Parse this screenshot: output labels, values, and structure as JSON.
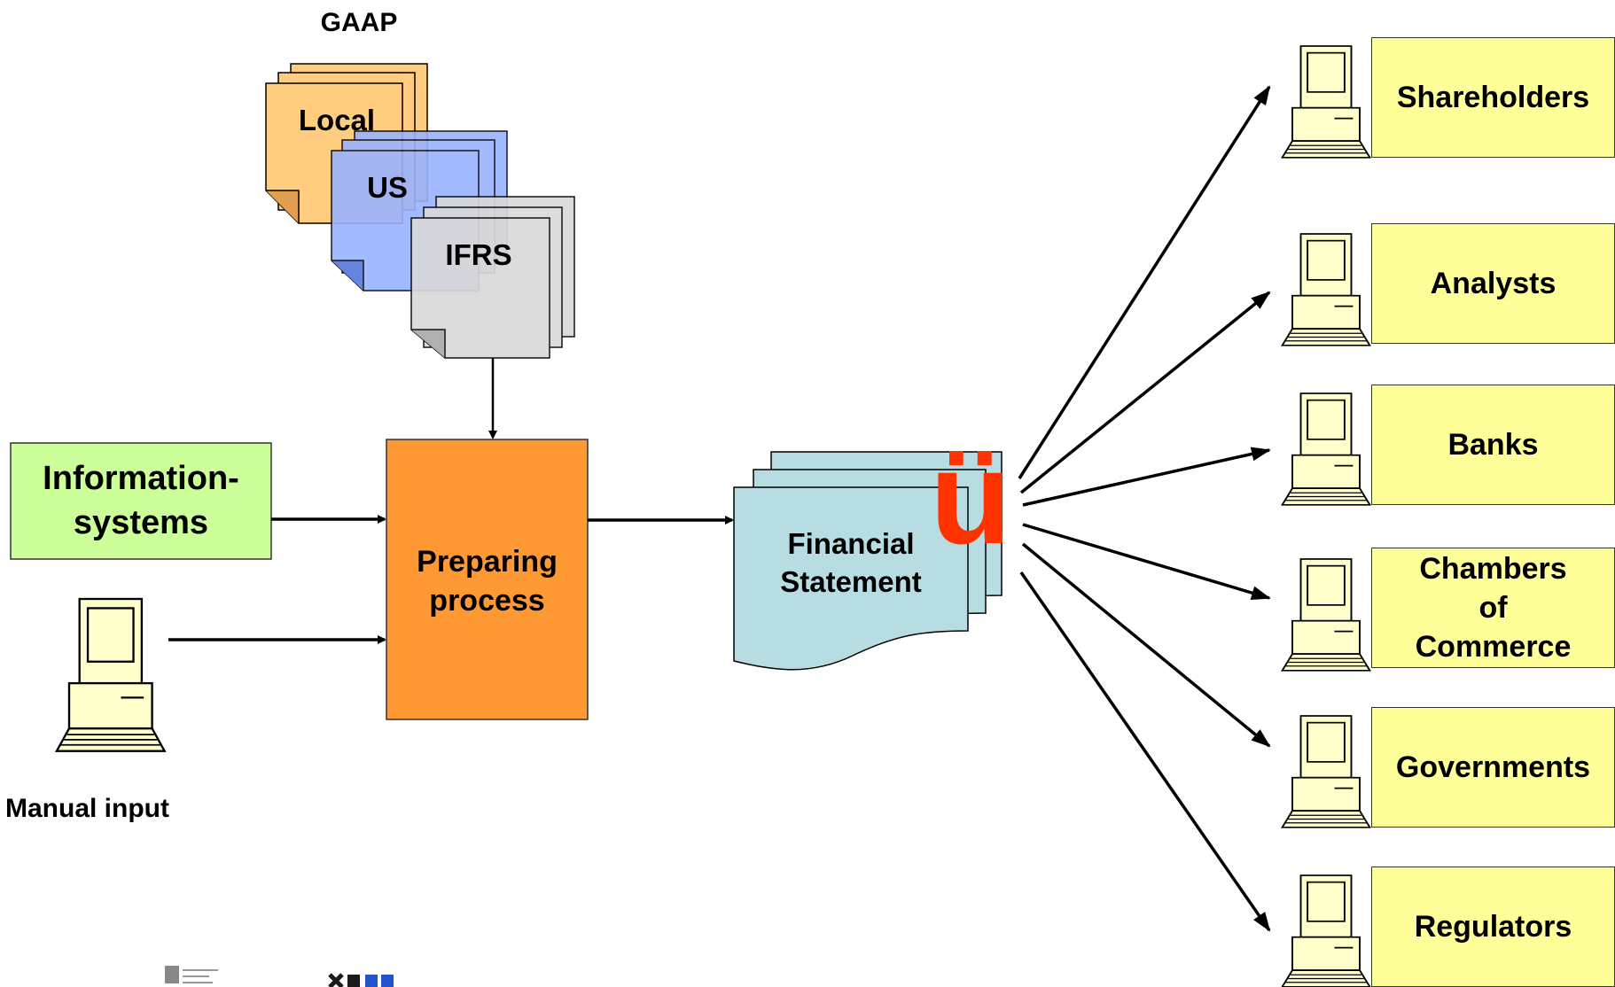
{
  "gaap": {
    "title": "GAAP",
    "standards": [
      {
        "label": "Local",
        "color": "#ffcc80"
      },
      {
        "label": "US",
        "color": "#99b3ff"
      },
      {
        "label": "IFRS",
        "color": "#d9d9d9"
      }
    ]
  },
  "inputs": {
    "information_systems": "Information-\nsystems",
    "manual_input": "Manual input"
  },
  "process": {
    "label": "Preparing\nprocess",
    "color": "#ff9933"
  },
  "statement": {
    "label": "Financial\nStatement",
    "color": "#b7dde3"
  },
  "check_glyph": "ü",
  "audience": [
    {
      "label": "Shareholders",
      "icon": "computer-icon"
    },
    {
      "label": "Analysts",
      "icon": "computer-icon"
    },
    {
      "label": "Banks",
      "icon": "computer-icon"
    },
    {
      "label": "Chambers\nof\nCommerce",
      "icon": "computer-icon"
    },
    {
      "label": "Governments",
      "icon": "computer-icon"
    },
    {
      "label": "Regulators",
      "icon": "computer-icon"
    }
  ],
  "colors": {
    "audience_box": "#ffff99",
    "info_systems_box": "#ccff99",
    "check": "#ff3300"
  }
}
